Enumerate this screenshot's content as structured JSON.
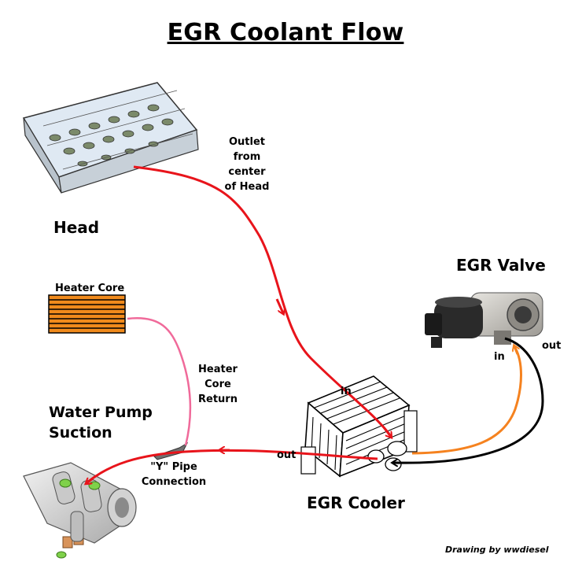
{
  "title": "EGR Coolant Flow",
  "components": {
    "head": "Head",
    "heater_core": "Heater Core",
    "egr_valve": "EGR Valve",
    "egr_cooler": "EGR Cooler",
    "water_pump_line1": "Water Pump",
    "water_pump_line2": "Suction"
  },
  "flow_labels": {
    "outlet": [
      "Outlet",
      "from",
      "center",
      "of Head"
    ],
    "heater_return": [
      "Heater",
      "Core",
      "Return"
    ],
    "y_pipe": [
      "\"Y\" Pipe",
      "Connection"
    ],
    "cooler_in": "in",
    "cooler_out": "out",
    "valve_in": "in",
    "valve_out": "out"
  },
  "credit": "Drawing by wwdiesel",
  "colors": {
    "head_to_cooler": "#e8141b",
    "cooler_to_pump": "#e8141b",
    "heater_return": "#f06a9a",
    "cooler_to_valve": "#f5821f",
    "valve_to_cooler": "#000000",
    "heater_core_fill": "#f08a1c"
  },
  "icons": [
    "cylinder-head-icon",
    "heater-core-icon",
    "egr-valve-icon",
    "egr-cooler-icon",
    "water-pump-icon",
    "y-pipe-icon"
  ]
}
